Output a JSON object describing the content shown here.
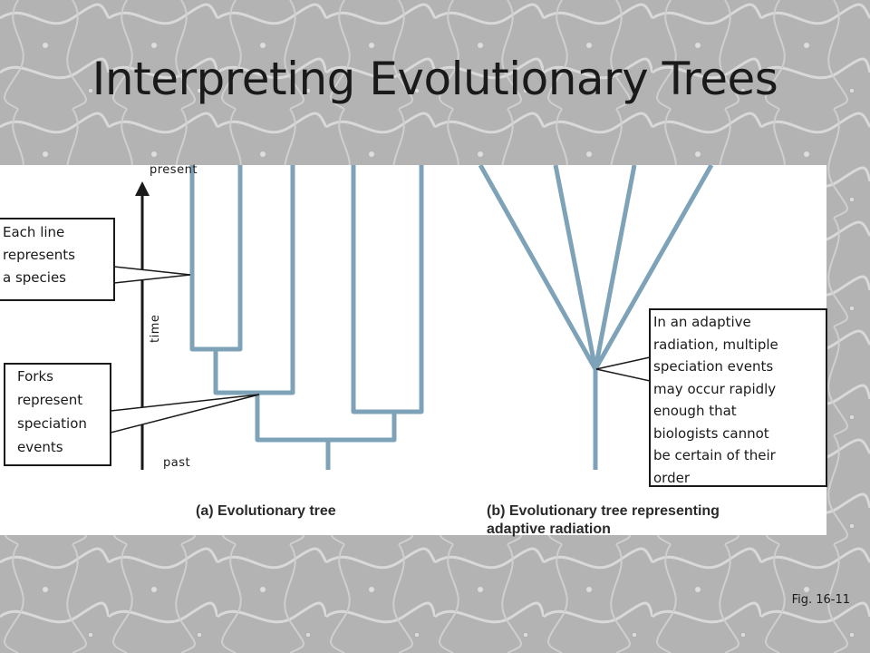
{
  "slide": {
    "title": "Interpreting Evolutionary Trees",
    "figure_ref": "Fig. 16-11"
  },
  "panel_a": {
    "axis_top": "present",
    "axis_label": "time",
    "axis_bottom": "past",
    "callout_species": [
      "Each line",
      "represents",
      "a species"
    ],
    "callout_forks": [
      "Forks",
      "represent",
      "speciation",
      "events"
    ],
    "caption": "(a) Evolutionary tree"
  },
  "panel_b": {
    "callout_radiation": [
      "In an adaptive",
      "radiation, multiple",
      "speciation events",
      "may occur rapidly",
      "enough that",
      "biologists cannot",
      "be certain of their",
      "order"
    ],
    "caption_line1": "(b) Evolutionary tree representing",
    "caption_line2": "adaptive radiation"
  },
  "colors": {
    "branch": "#7ea3b8",
    "background_pattern": "#b8b8b8",
    "text": "#1a1a1a"
  }
}
